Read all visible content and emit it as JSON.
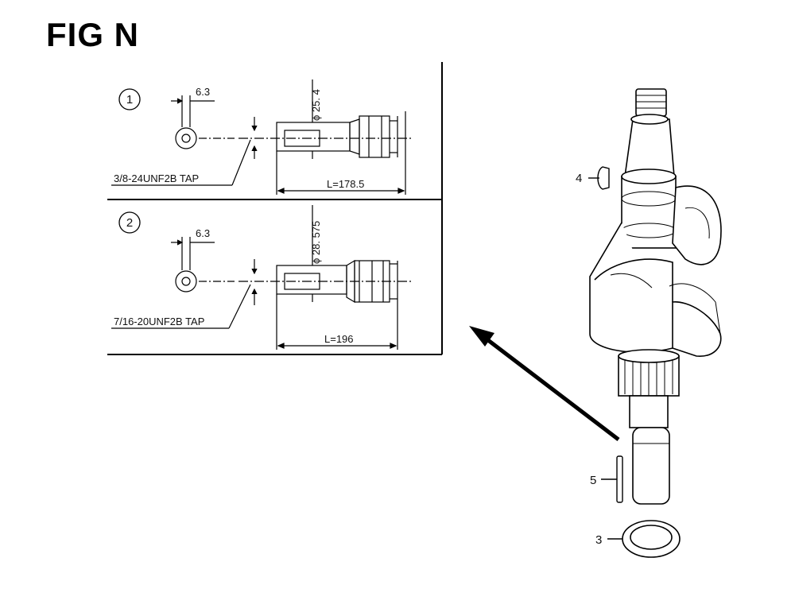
{
  "figure": {
    "title": "FIG N"
  },
  "inset": {
    "variants": [
      {
        "number": "1",
        "dim_offset": "6.3",
        "diameter": "ϕ 25. 4",
        "tap": "3/8-24UNF2B TAP",
        "length": "L=178.5"
      },
      {
        "number": "2",
        "dim_offset": "6.3",
        "diameter": "ϕ 28. 575",
        "tap": "7/16-20UNF2B TAP",
        "length": "L=196"
      }
    ]
  },
  "callouts": [
    {
      "number": "4"
    },
    {
      "number": "5"
    },
    {
      "number": "3"
    }
  ]
}
